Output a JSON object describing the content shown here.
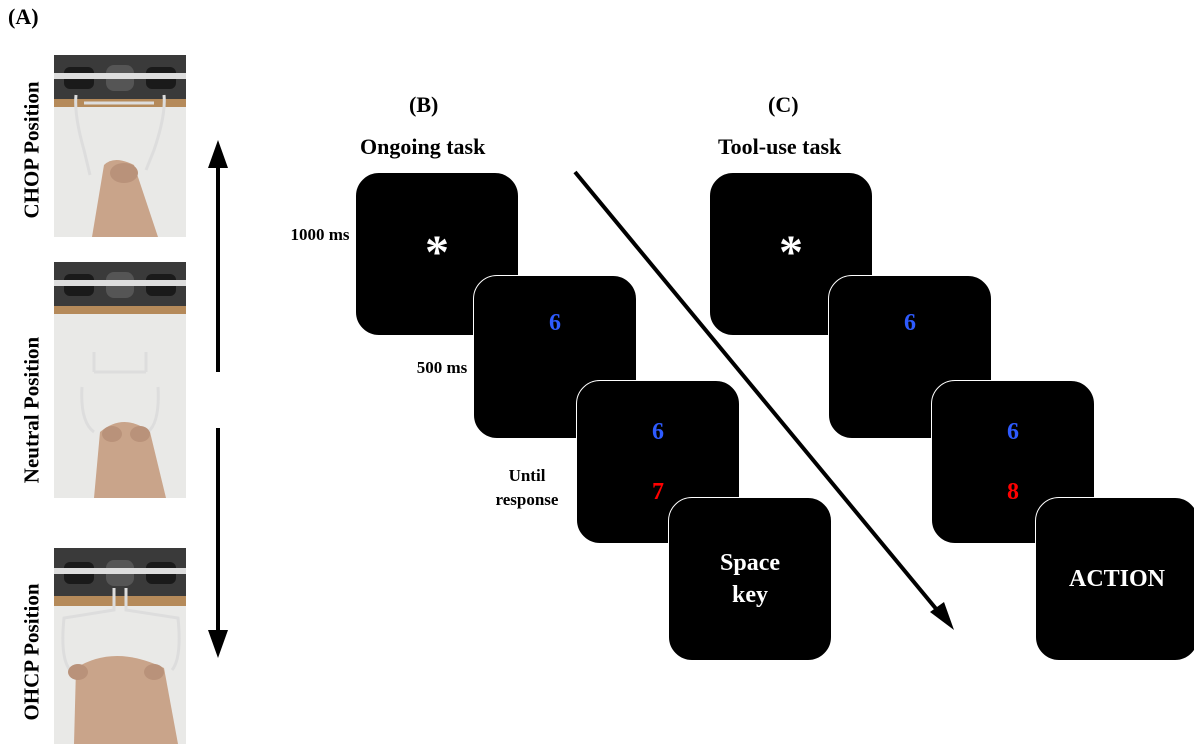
{
  "panel_a": {
    "tag": "(A)",
    "positions": [
      "CHOP Position",
      "Neutral Position",
      "OHCP Position"
    ]
  },
  "panel_b": {
    "tag": "(B)",
    "title": "Ongoing task",
    "timing": {
      "fixation": "1000 ms",
      "first_digit": "500 ms",
      "second_digit": "Until response"
    },
    "fixation_symbol": "*",
    "digit_first": "6",
    "digit_second_top": "6",
    "digit_second_bottom": "7",
    "response": "Space key"
  },
  "panel_c": {
    "tag": "(C)",
    "title": "Tool-use task",
    "fixation_symbol": "*",
    "digit_first": "6",
    "digit_second_top": "6",
    "digit_second_bottom": "8",
    "response": "ACTION"
  },
  "colors": {
    "blue_digit": "#2e5bff",
    "red_digit": "#ff0000",
    "screen": "#000000"
  }
}
